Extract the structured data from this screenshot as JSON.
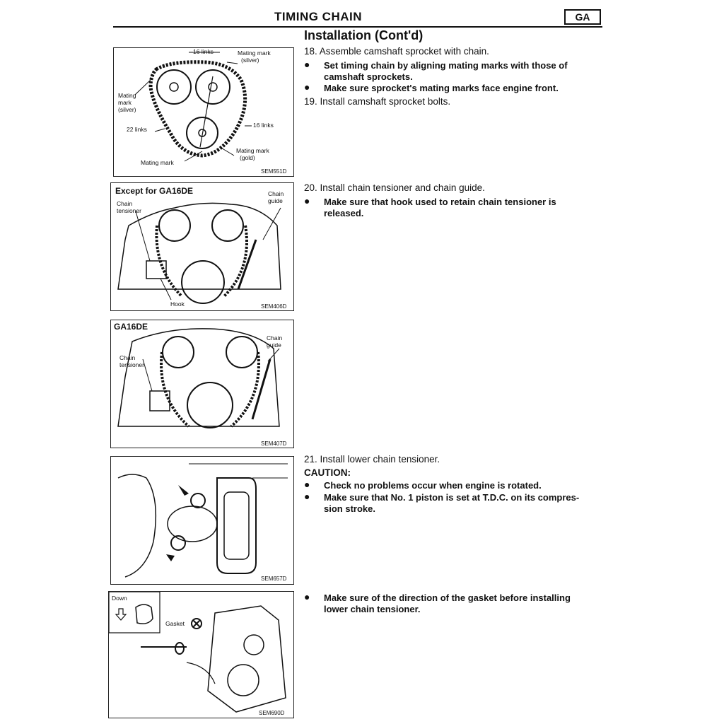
{
  "header": {
    "title": "TIMING CHAIN",
    "badge": "GA"
  },
  "section_title": "Installation (Cont'd)",
  "figures": {
    "fig1": {
      "code": "SEM551D",
      "labels": {
        "links_top": "16 links",
        "mating_mark_silver_top_line1": "Mating mark",
        "mating_mark_silver_top_line2": "(silver)",
        "mating_left_line1": "Mating",
        "mating_left_line2": "mark",
        "mating_left_line3": "(silver)",
        "links_left": "22 links",
        "links_right": "16 links",
        "mating_gold_line1": "Mating mark",
        "mating_gold_line2": "(gold)",
        "mating_bottom": "Mating mark"
      }
    },
    "fig2": {
      "code": "SEM406D",
      "title": "Except for GA16DE",
      "labels": {
        "tensioner_line1": "Chain",
        "tensioner_line2": "tensioner",
        "guide_line1": "Chain",
        "guide_line2": "guide",
        "hook": "Hook"
      }
    },
    "fig3": {
      "code": "SEM407D",
      "title": "GA16DE",
      "labels": {
        "tensioner_line1": "Chain",
        "tensioner_line2": "tensioner",
        "guide_line1": "Chain",
        "guide_line2": "guide"
      }
    },
    "fig4": {
      "code": "SEM657D"
    },
    "fig5": {
      "code": "SEM690D",
      "labels": {
        "down": "Down",
        "gasket": "Gasket"
      }
    }
  },
  "instructions": {
    "s18": "18.  Assemble camshaft sprocket with chain.",
    "s18_b1_line1": "Set timing chain by aligning mating marks with those of",
    "s18_b1_line2": "camshaft sprockets.",
    "s18_b2": "Make sure sprocket's mating marks face engine front.",
    "s19": "19.  Install camshaft sprocket bolts.",
    "s20": "20.  Install chain tensioner and chain guide.",
    "s20_b1_line1": "Make sure that hook used to retain chain tensioner is",
    "s20_b1_line2": "released.",
    "s21": "21.  Install lower chain tensioner.",
    "caution": "CAUTION:",
    "s21_b1": "Check no problems occur when engine is rotated.",
    "s21_b2_line1": "Make sure that No. 1 piston is set at T.D.C. on its compres-",
    "s21_b2_line2": "sion stroke.",
    "s22_b1_line1": "Make sure of the direction of the gasket before installing",
    "s22_b1_line2": "lower chain tensioner."
  },
  "bullet_char": "●"
}
